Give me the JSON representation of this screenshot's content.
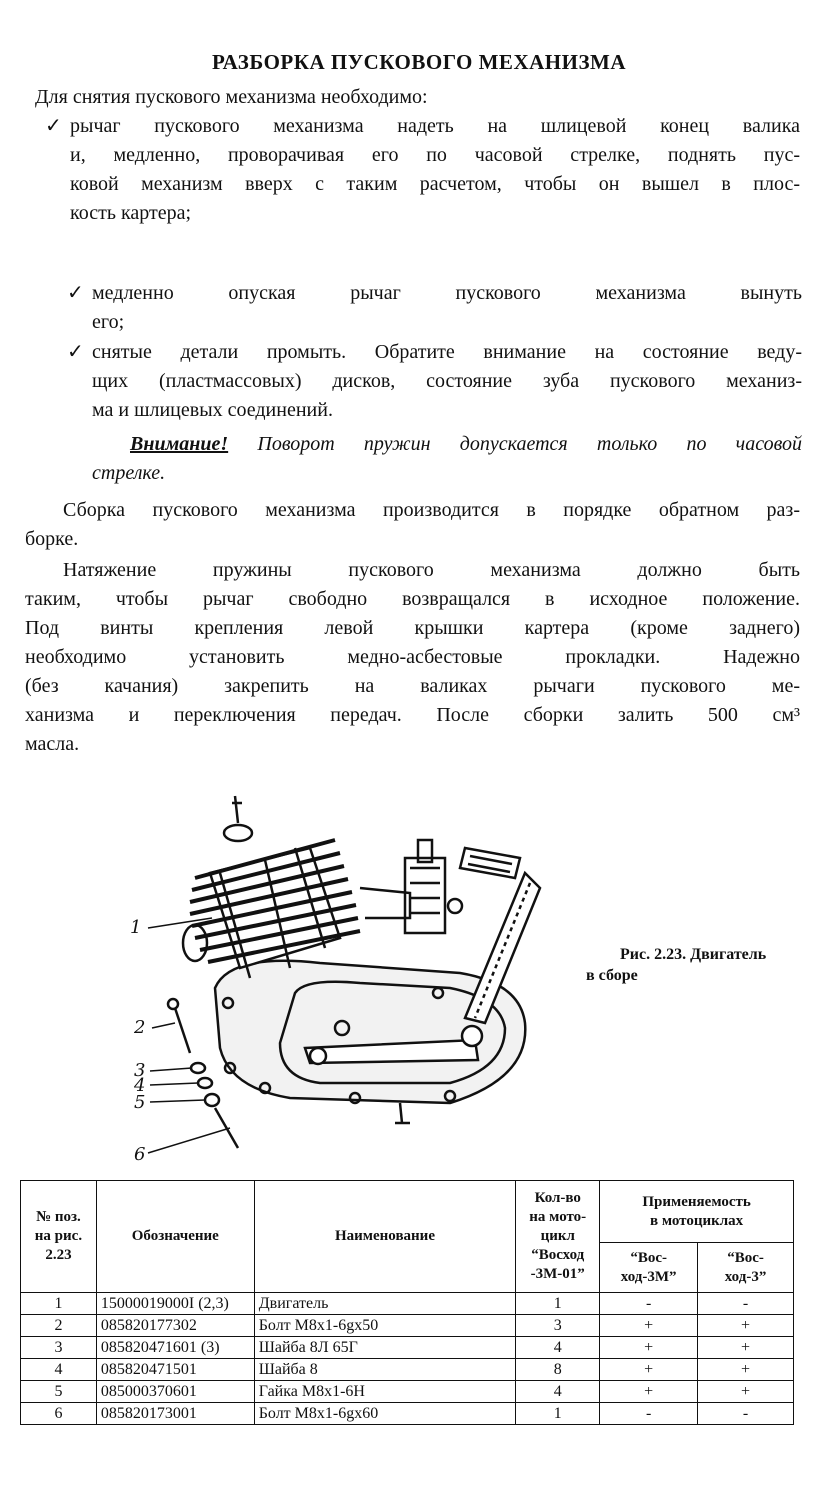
{
  "title": "РАЗБОРКА ПУСКОВОГО МЕХАНИЗМА",
  "intro": "Для снятия пускового механизма необходимо:",
  "check_mark": "✓",
  "bullets": [
    {
      "lines": [
        "рычаг пускового механизма надеть на шлицевой конец валика",
        "и, медленно, проворачивая его по часовой стрелке, поднять пус-",
        "ковой механизм вверх с таким расчетом, чтобы он вышел в плос-",
        "кость картера;"
      ]
    },
    {
      "lines": [
        "медленно опуская рычаг пускового механизма вынуть",
        "его;"
      ]
    },
    {
      "lines": [
        "снятые детали промыть. Обратите внимание на состояние веду-",
        "щих (пластмассовых) дисков, состояние зуба пускового механиз-",
        "ма и шлицевых соединений."
      ]
    }
  ],
  "warning": {
    "label": "Внимание!",
    "lines": [
      "Поворот пружин допускается только по часовой",
      "стрелке."
    ]
  },
  "paragraphs": [
    {
      "lines": [
        "Сборка пускового механизма производится в порядке обратном раз-",
        "борке."
      ]
    },
    {
      "lines": [
        "Натяжение пружины пускового механизма должно быть",
        "таким, чтобы рычаг свободно возвращался в исходное положение.",
        "Под винты крепления левой крышки картера (кроме заднего)",
        "необходимо установить медно-асбестовые прокладки. Надежно",
        "(без качания) закрепить на валиках рычаги пускового ме-",
        "ханизма и переключения передач. После сборки залить 500 см³",
        "масла."
      ]
    }
  ],
  "figure": {
    "callouts": [
      "1",
      "2",
      "3",
      "4",
      "5",
      "6"
    ],
    "caption_line1": "Рис. 2.23. Двигатель",
    "caption_line2": "в сборе"
  },
  "table": {
    "headers": {
      "pos": [
        "№ поз.",
        "на рис.",
        "2.23"
      ],
      "designation": "Обозначение",
      "name": "Наименование",
      "qty": [
        "Кол-во",
        "на мото-",
        "цикл",
        "“Восход",
        "-3М-01”"
      ],
      "applicability": [
        "Применяемость",
        "в мотоциклах"
      ],
      "model_a": [
        "“Вос-",
        "ход-3М”"
      ],
      "model_b": [
        "“Вос-",
        "ход-3”"
      ]
    },
    "rows": [
      {
        "pos": "1",
        "code": "15000019000І (2,3)",
        "name": "Двигатель",
        "qty": "1",
        "a": "-",
        "b": "-"
      },
      {
        "pos": "2",
        "code": "085820177302",
        "name": "Болт М8х1-6gх50",
        "qty": "3",
        "a": "+",
        "b": "+"
      },
      {
        "pos": "3",
        "code": "085820471601 (3)",
        "name": "Шайба 8Л 65Г",
        "qty": "4",
        "a": "+",
        "b": "+"
      },
      {
        "pos": "4",
        "code": "085820471501",
        "name": "Шайба 8",
        "qty": "8",
        "a": "+",
        "b": "+"
      },
      {
        "pos": "5",
        "code": "085000370601",
        "name": "Гайка М8х1-6Н",
        "qty": "4",
        "a": "+",
        "b": "+"
      },
      {
        "pos": "6",
        "code": "085820173001",
        "name": "Болт М8х1-6gх60",
        "qty": "1",
        "a": "-",
        "b": "-"
      }
    ]
  }
}
